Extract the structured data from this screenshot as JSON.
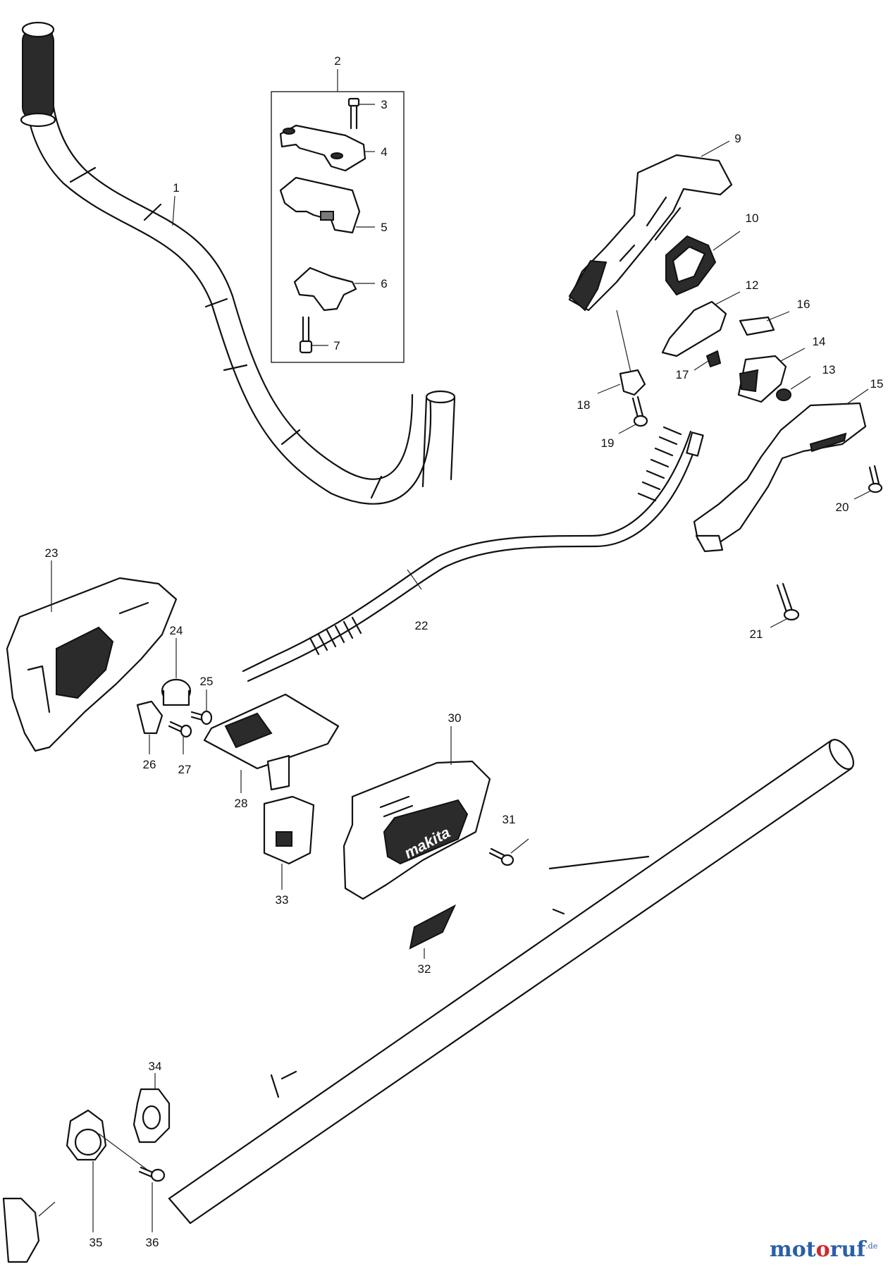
{
  "callouts": [
    "1",
    "2",
    "3",
    "4",
    "5",
    "6",
    "7",
    "9",
    "10",
    "12",
    "13",
    "14",
    "15",
    "16",
    "17",
    "18",
    "19",
    "20",
    "21",
    "22",
    "23",
    "24",
    "25",
    "26",
    "27",
    "28",
    "30",
    "31",
    "32",
    "33",
    "34",
    "35",
    "36"
  ],
  "brand_logo_text": "makita",
  "watermark": {
    "part1": "mot",
    "part2": "o",
    "part3": "ruf",
    "part4": ".de"
  },
  "colors": {
    "line": "#111111",
    "dark_part": "#2b2b2b",
    "watermark_blue": "#2a5ea8",
    "watermark_red": "#d4262a"
  }
}
